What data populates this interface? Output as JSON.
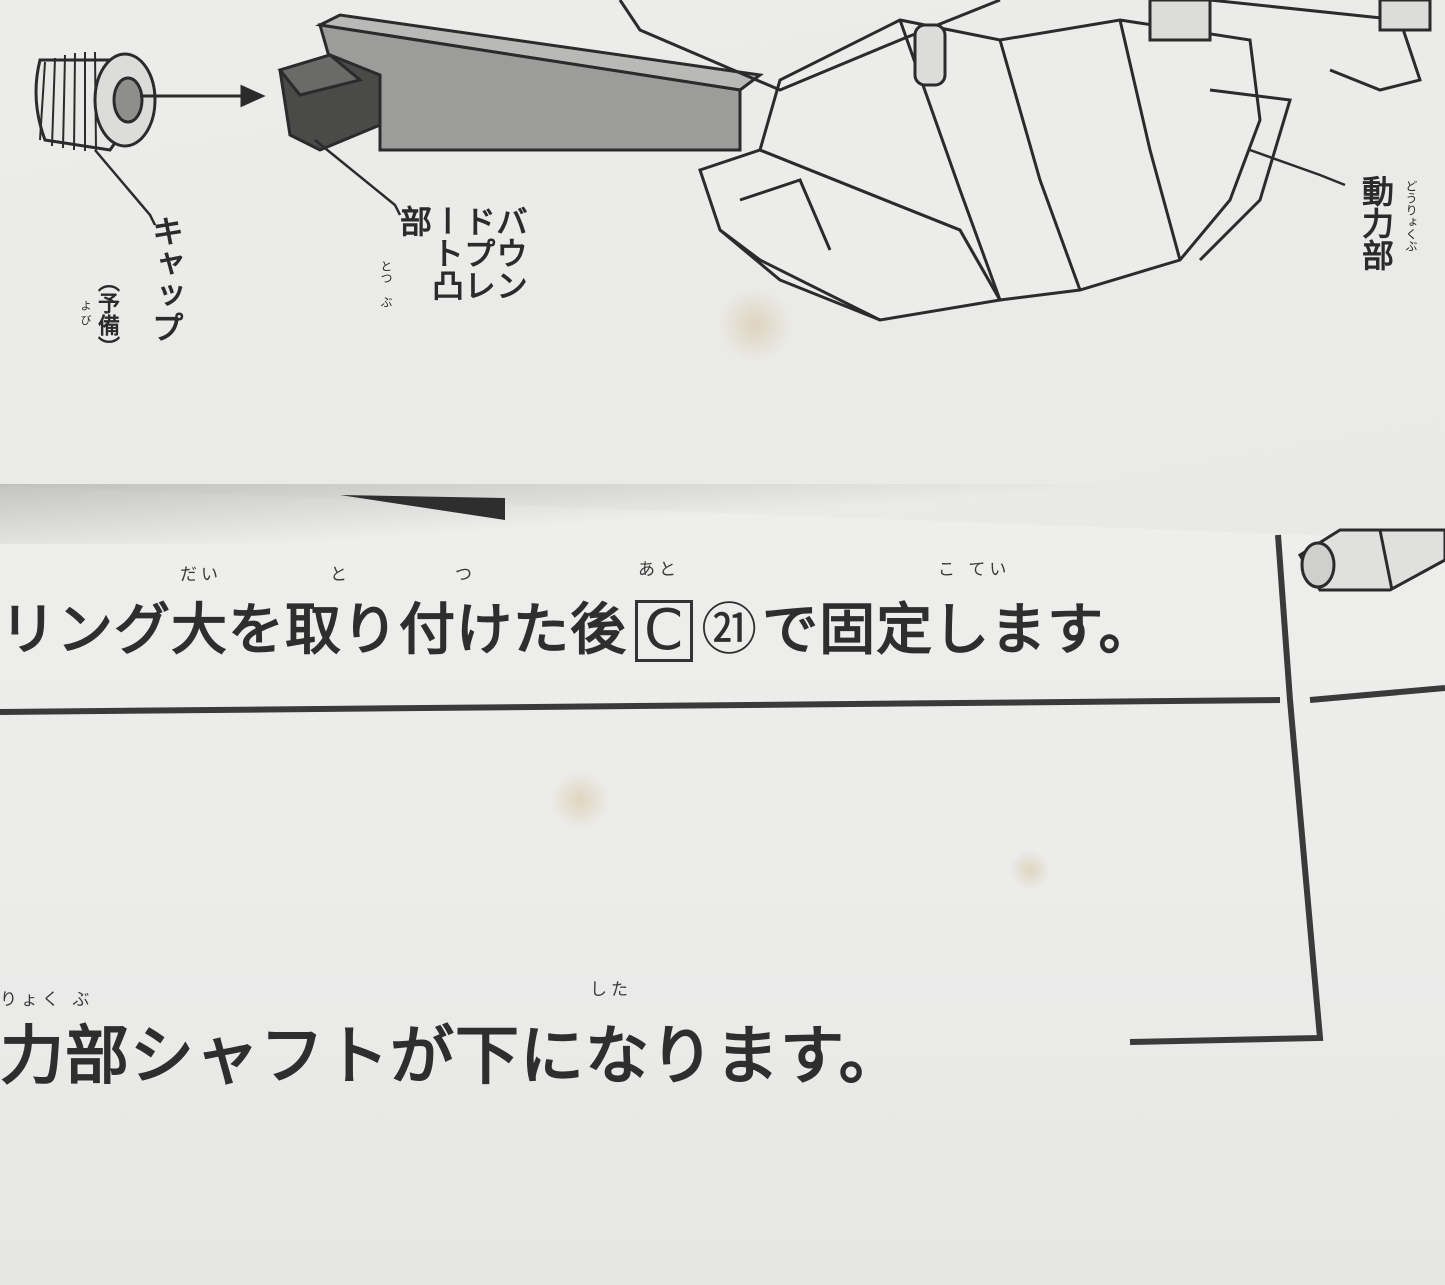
{
  "diagram_labels": {
    "power_unit": {
      "text": "動力部",
      "ruby": "どうりょくぶ"
    },
    "bound_plate": {
      "text": "バウンドプレート凸部",
      "ruby": "とつ　ぶ"
    },
    "cap": {
      "text": "キャップ",
      "note": "（予備）",
      "note_ruby": "よ び"
    }
  },
  "step_line_1": {
    "before": "リング大を取り付けた後",
    "box_letter": "C",
    "part_number": "㉑",
    "after": "で固定します。",
    "ruby": {
      "dai": "だい",
      "to": "と",
      "tsu": "つ",
      "ato": "あと",
      "kotei": "こ てい"
    }
  },
  "step_line_2": {
    "text": "力部シャフトが下になります。",
    "ruby": {
      "ryokubu": "りょく ぶ",
      "shita": "した"
    }
  },
  "colors": {
    "paper": "#ececea",
    "ink": "#2b2b2b",
    "shade": "#8a8a88",
    "dark_part": "#4a4a48"
  }
}
